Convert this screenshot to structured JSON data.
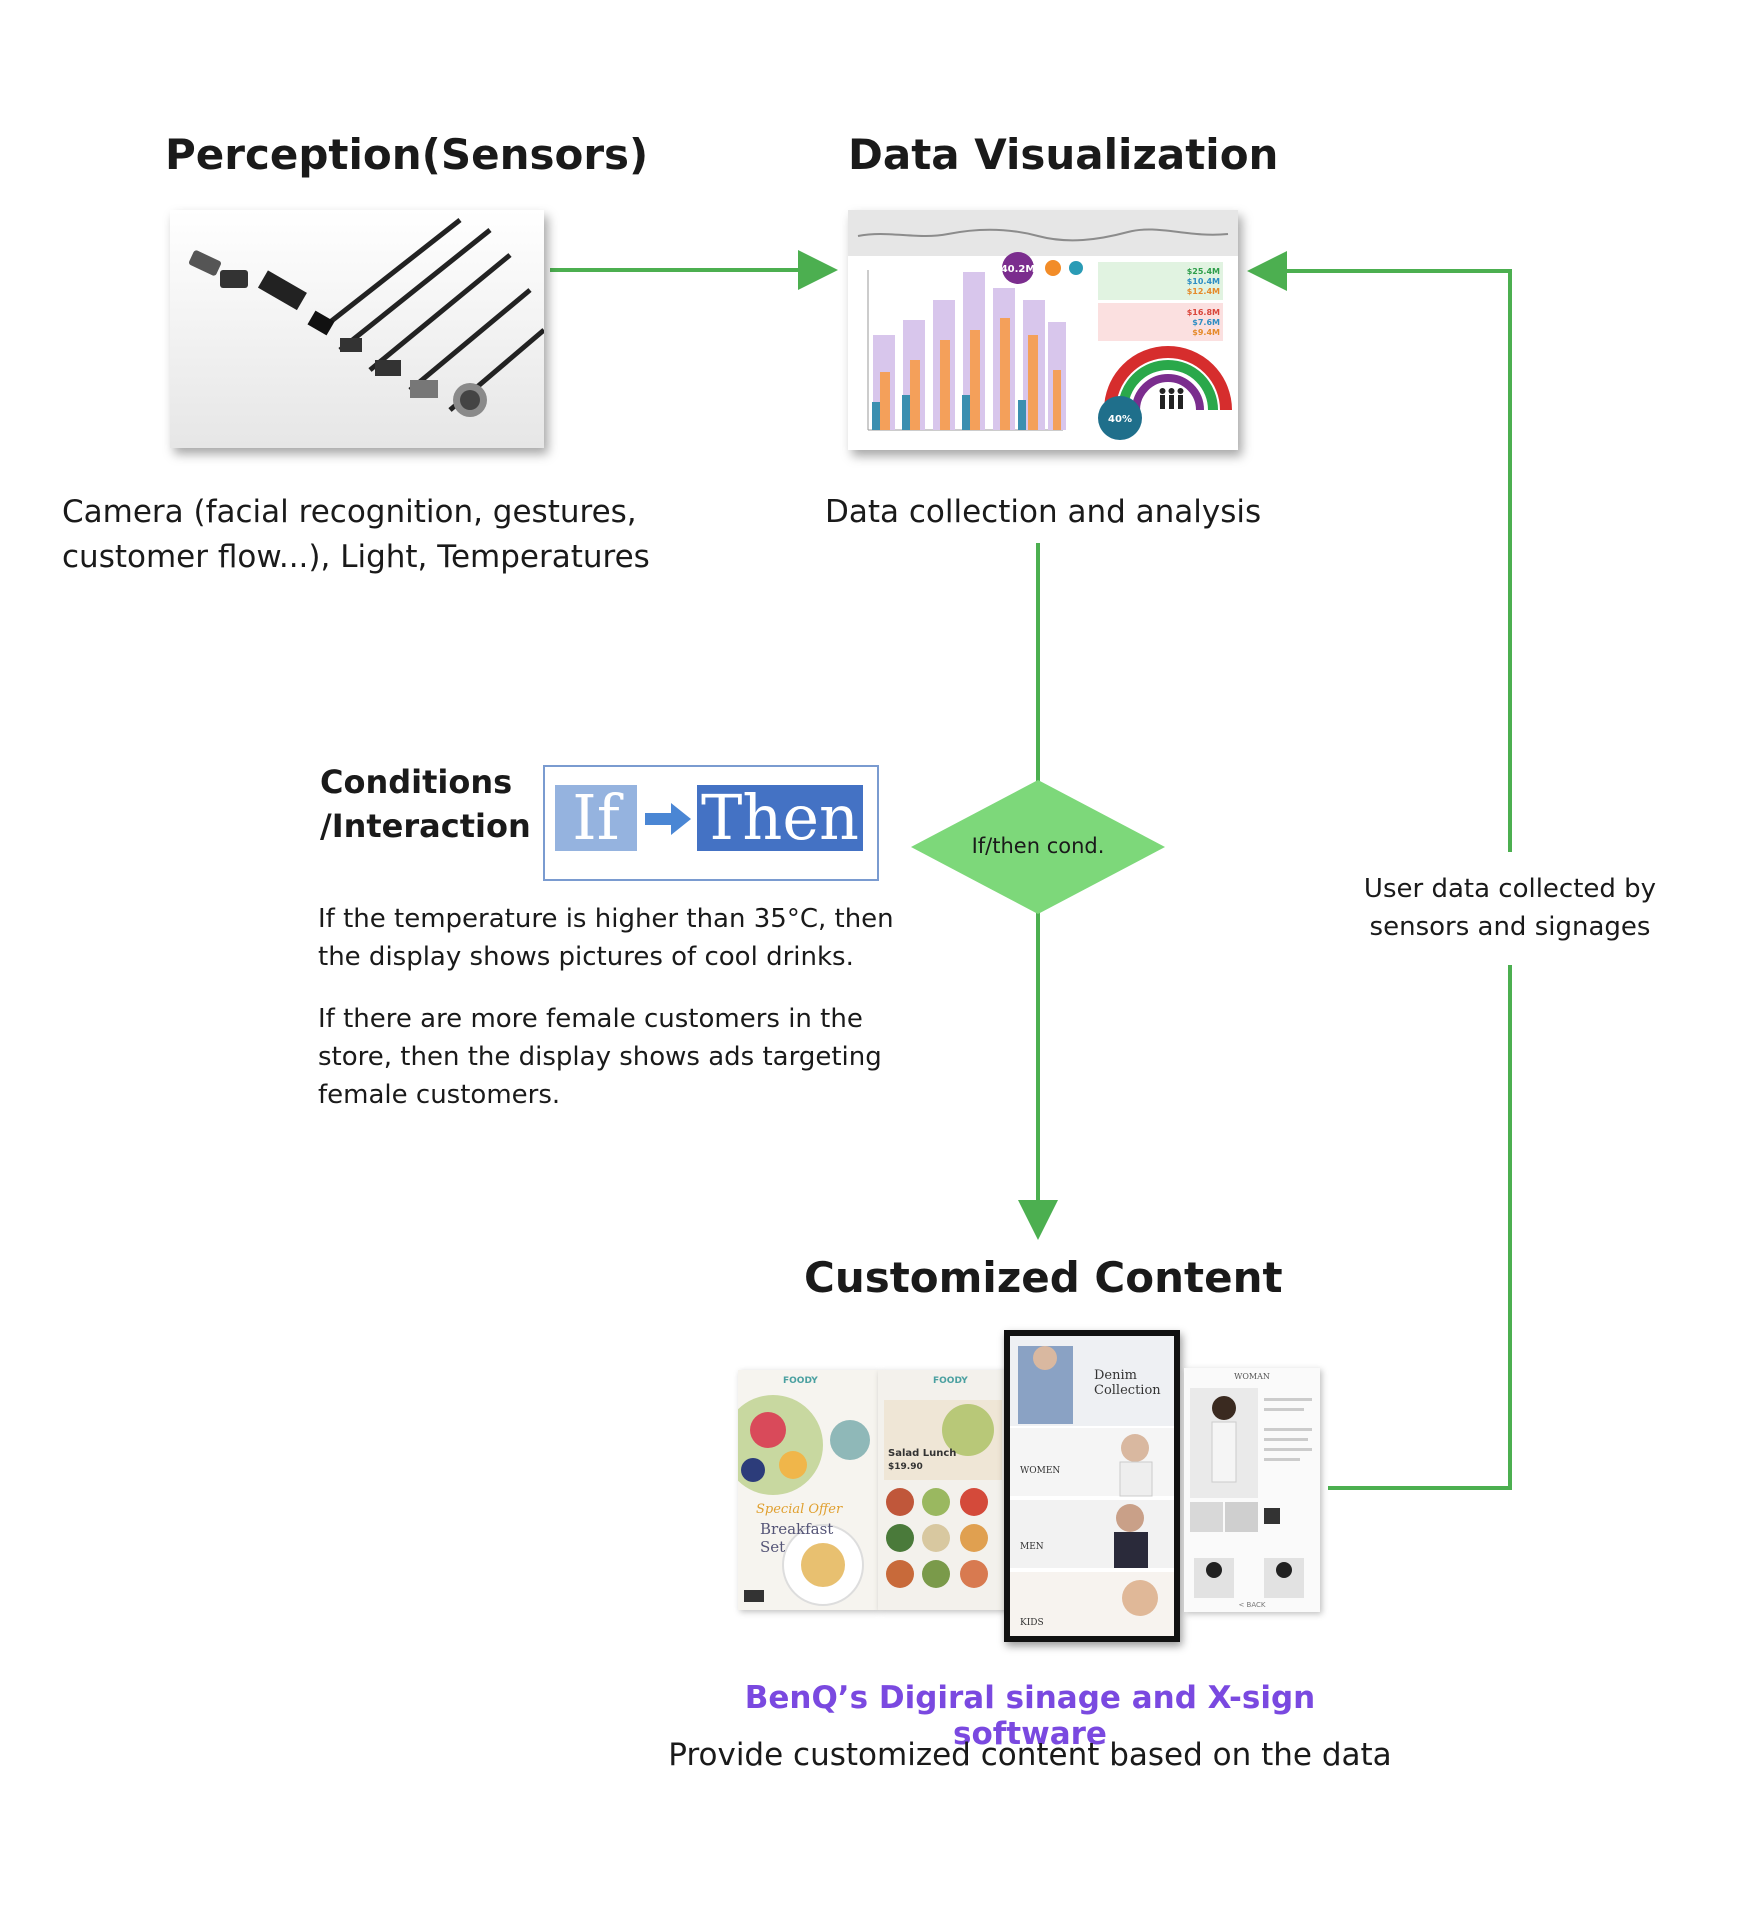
{
  "perception": {
    "title": "Perception(Sensors)",
    "description_line1": "Camera (facial recognition, gestures,",
    "description_line2": "customer flow...), Light, Temperatures"
  },
  "visualization": {
    "title": "Data Visualization",
    "caption": "Data collection and analysis",
    "dashboard": {
      "big_value": "40.2M",
      "percent_value": "40%",
      "stat_values": [
        "$25.4M",
        "$10.4M",
        "$12.4M",
        "$16.8M",
        "$7.6M",
        "$9.4M"
      ]
    }
  },
  "conditions": {
    "title_line1": "Conditions",
    "title_line2": "/Interaction",
    "if_label": "If",
    "then_label": "Then",
    "example1_line1": "If the temperature is higher than 35°C, then",
    "example1_line2": "the display shows pictures of cool drinks.",
    "example2_line1": "If there are more female customers in the",
    "example2_line2": "store, then the display shows ads targeting",
    "example2_line3": "female customers."
  },
  "decision": {
    "label": "If/then cond."
  },
  "feedback": {
    "line1": "User data collected by",
    "line2": "sensors and signages"
  },
  "content": {
    "title": "Customized Content",
    "signage": {
      "brand": "FOODY",
      "special": "Special Offer",
      "breakfast_line1": "Breakfast",
      "breakfast_line2": "Set",
      "salad": "Salad Lunch",
      "salad_price": "$19.90",
      "denim_line1": "Denim",
      "denim_line2": "Collection",
      "women": "WOMEN",
      "men": "MEN",
      "kids": "KIDS",
      "woman_header": "WOMAN",
      "back": "< BACK"
    },
    "software_label": "BenQ’s Digiral sinage and X-sign software",
    "software_desc": "Provide customized content based on the data"
  },
  "colors": {
    "arrow_green": "#4caf50",
    "diamond_green": "#7dd87a",
    "accent_purple": "#7a49e0"
  }
}
